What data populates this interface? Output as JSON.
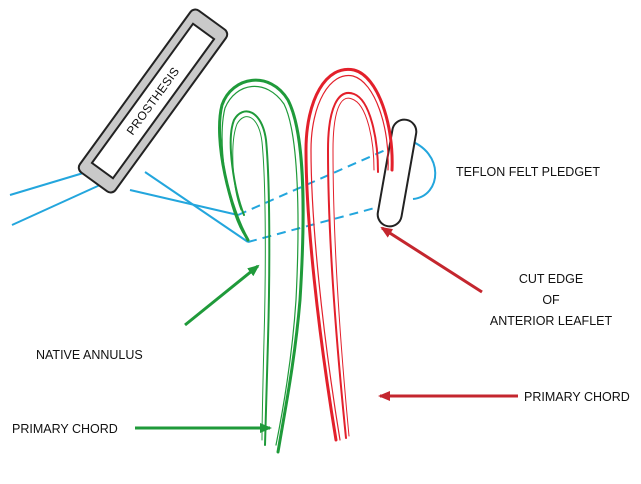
{
  "labels": {
    "prosthesis": "PROSTHESIS",
    "pledget": "TEFLON FELT PLEDGET",
    "cut_edge": [
      "CUT EDGE",
      "OF",
      "ANTERIOR LEAFLET"
    ],
    "native_annulus": "NATIVE ANNULUS",
    "primary_chord_left": "PRIMARY CHORD",
    "primary_chord_right": "PRIMARY CHORD"
  },
  "colors": {
    "green": "#1f9a3a",
    "red": "#e3202b",
    "red_dark": "#c4262e",
    "blue": "#23a6dd",
    "outline": "#222222",
    "prosthesis_fill": "#c9c9c9"
  }
}
